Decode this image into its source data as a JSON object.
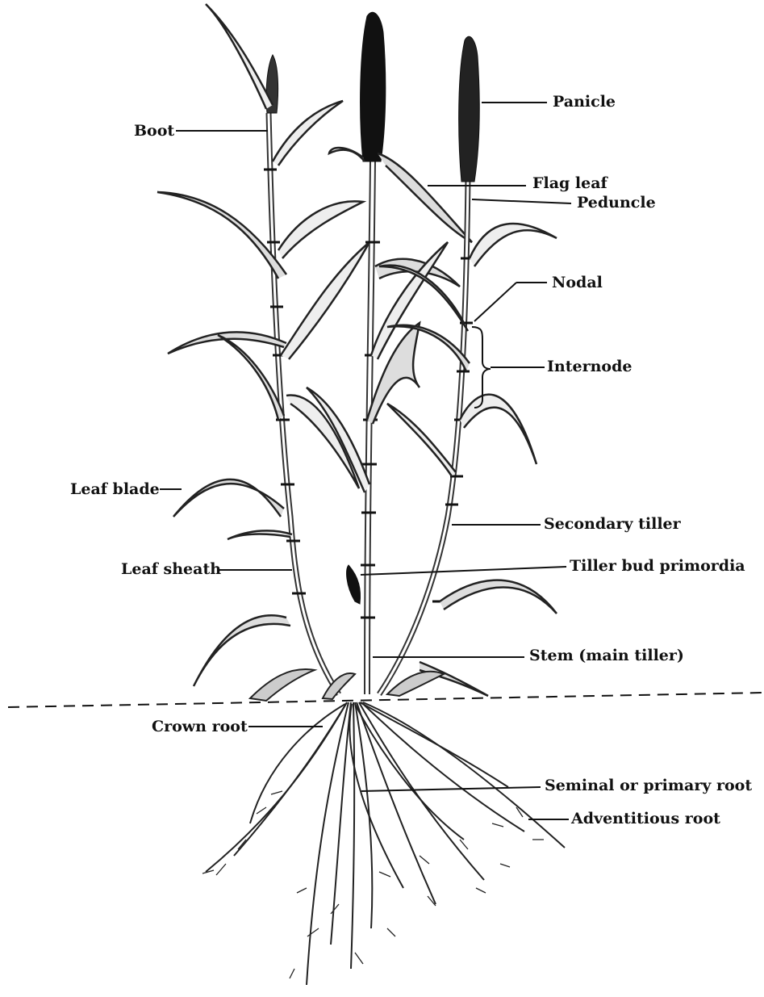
{
  "diagram": {
    "ink_color": "#111111",
    "background": "#ffffff",
    "labels": {
      "panicle": "Panicle",
      "boot": "Boot",
      "flag_leaf": "Flag leaf",
      "peduncle": "Peduncle",
      "nodal": "Nodal",
      "internode": "Internode",
      "leaf_blade": "Leaf blade",
      "secondary_tiller": "Secondary tiller",
      "leaf_sheath": "Leaf sheath",
      "tiller_bud_primordia": "Tiller bud primordia",
      "stem_main_tiller": "Stem (main tiller)",
      "crown_root": "Crown root",
      "seminal_root": "Seminal or primary root",
      "adventitious_root": "Adventitious root"
    }
  }
}
